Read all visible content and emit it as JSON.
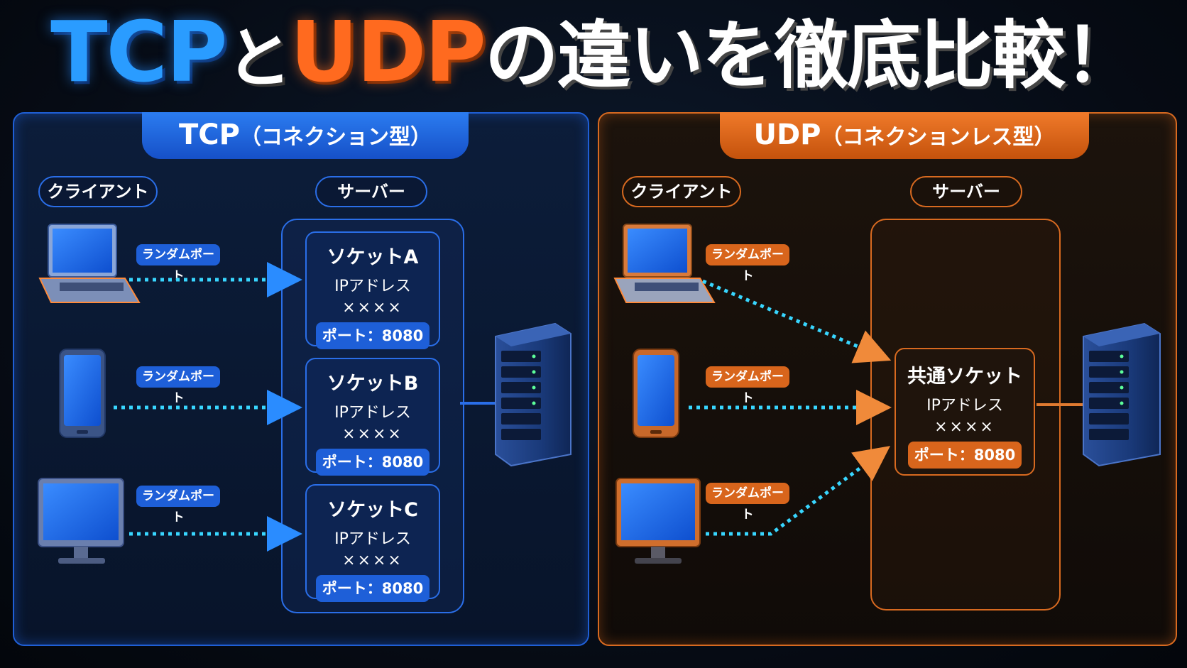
{
  "title": {
    "tcp": "TCP",
    "to": "と",
    "udp": "UDP",
    "rest": "の違いを徹底比較！"
  },
  "tcp_panel": {
    "header_main": "TCP",
    "header_sub": "（コネクション型）",
    "client_label": "クライアント",
    "server_label": "サーバー",
    "port_tags": [
      "ランダムポート",
      "ランダムポート",
      "ランダムポート"
    ],
    "sockets": [
      {
        "name": "ソケットA",
        "ip_label": "IPアドレス",
        "addr": "××××",
        "port": "ポート：8080"
      },
      {
        "name": "ソケットB",
        "ip_label": "IPアドレス",
        "addr": "××××",
        "port": "ポート：8080"
      },
      {
        "name": "ソケットC",
        "ip_label": "IPアドレス",
        "addr": "××××",
        "port": "ポート：8080"
      }
    ]
  },
  "udp_panel": {
    "header_main": "UDP",
    "header_sub": "（コネクションレス型）",
    "client_label": "クライアント",
    "server_label": "サーバー",
    "port_tags": [
      "ランダムポート",
      "ランダムポート",
      "ランダムポート"
    ],
    "socket": {
      "name": "共通ソケット",
      "ip_label": "IPアドレス",
      "addr": "××××",
      "port": "ポート：8080"
    }
  },
  "colors": {
    "tcp_accent": "#2a6ee8",
    "udp_accent": "#d86a20",
    "arrow": "#38d6ff"
  },
  "icons": [
    "laptop-icon",
    "smartphone-icon",
    "desktop-monitor-icon",
    "server-tower-icon"
  ]
}
